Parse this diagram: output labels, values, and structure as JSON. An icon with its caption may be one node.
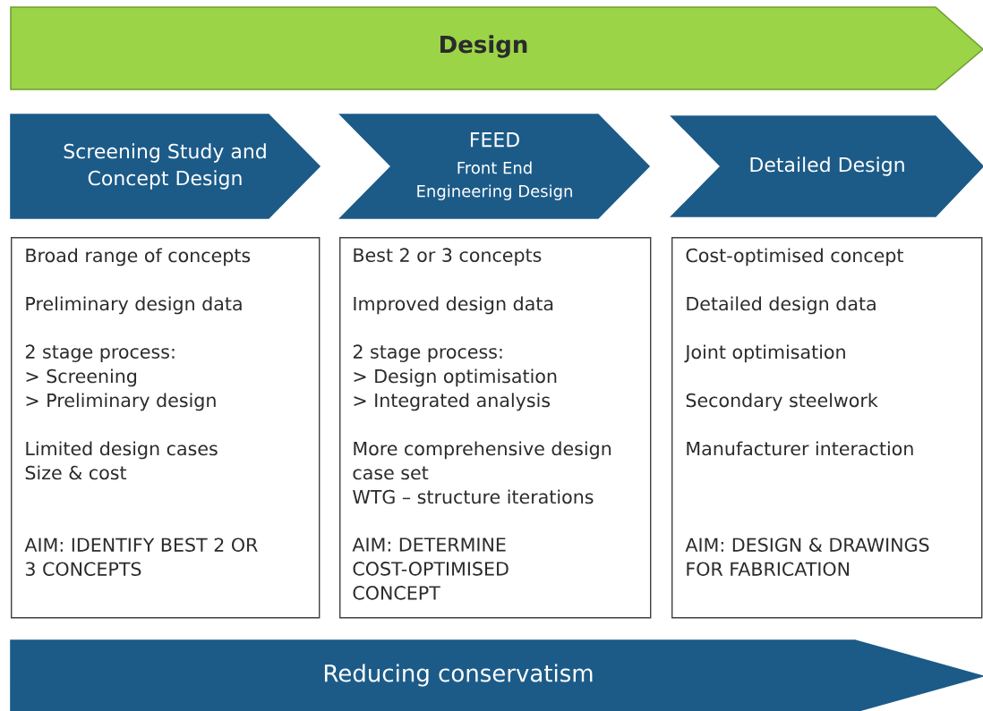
{
  "diagram": {
    "nodes": [
      {
        "text": [
          "Design"
        ]
      },
      {
        "text": [
          "Screening Study and Concept Design"
        ]
      },
      {
        "text": [
          "FEED",
          "Front End Engineering Design"
        ]
      },
      {
        "text": [
          "Detailed Design"
        ]
      },
      {
        "text": [
          "Broad range of concepts",
          "Preliminary design data",
          "2 stage process:",
          "> Screening",
          "> Preliminary design",
          "Limited design cases",
          "Size & cost",
          "AIM: IDENTIFY BEST 2 OR 3 CONCEPTS"
        ]
      },
      {
        "text": [
          "Best 2 or 3 concepts",
          "Improved design data",
          "2 stage process:",
          "> Design optimisation",
          "> Integrated analysis",
          "More comprehensive design case set",
          "WTG – structure iterations",
          "AIM: DETERMINE COST-OPTIMISED CONCEPT"
        ]
      },
      {
        "text": [
          "Cost-optimised concept",
          "Detailed design data",
          "Joint optimisation",
          "Secondary steelwork",
          "Manufacturer interaction",
          "AIM: DESIGN & DRAWINGS FOR FABRICATION"
        ]
      },
      {
        "text": [
          "Reducing conservatism"
        ]
      }
    ]
  }
}
